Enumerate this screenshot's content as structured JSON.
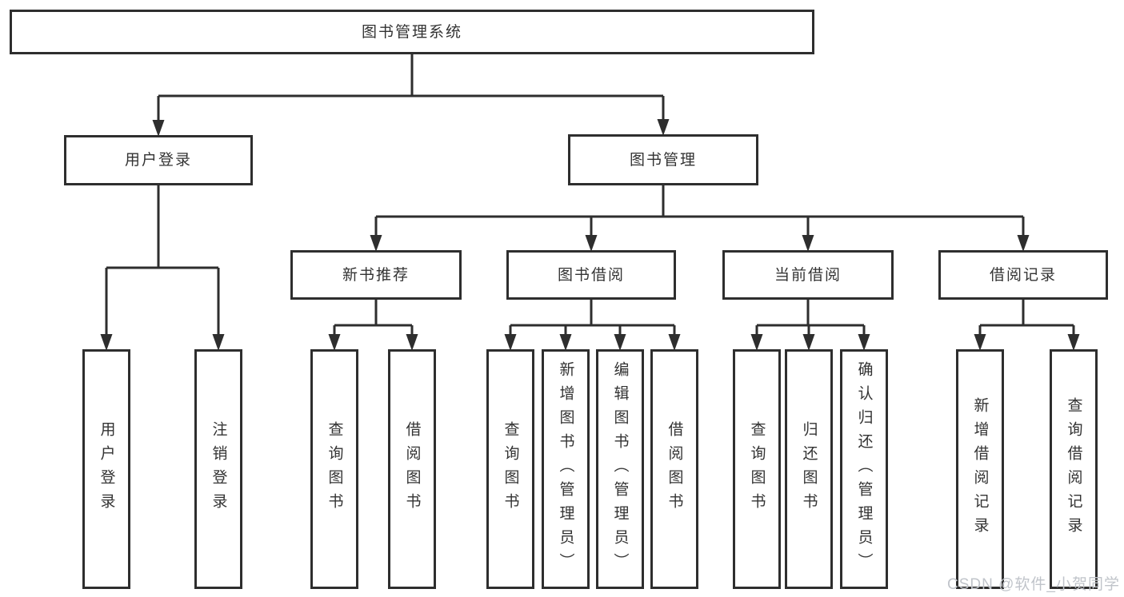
{
  "diagram_title": "图书管理系统",
  "watermark": "CSDN @软件_小贺同学",
  "colors": {
    "line_and_border": "#2e2e2e",
    "box_fill": "#ffffff",
    "text": "#333333",
    "watermark_text": "#c0c4ca",
    "background": "#ffffff"
  },
  "tree": {
    "root": {
      "label": "图书管理系统",
      "children": [
        {
          "label": "用户登录",
          "children": [
            {
              "label": "用户登录"
            },
            {
              "label": "注销登录"
            }
          ]
        },
        {
          "label": "图书管理",
          "children": [
            {
              "label": "新书推荐",
              "children": [
                {
                  "label": "查询图书"
                },
                {
                  "label": "借阅图书"
                }
              ]
            },
            {
              "label": "图书借阅",
              "children": [
                {
                  "label": "查询图书"
                },
                {
                  "label": "新增图书（管理员）"
                },
                {
                  "label": "编辑图书（管理员）"
                },
                {
                  "label": "借阅图书"
                }
              ]
            },
            {
              "label": "当前借阅",
              "children": [
                {
                  "label": "查询图书"
                },
                {
                  "label": "归还图书"
                },
                {
                  "label": "确认归还（管理员）"
                }
              ]
            },
            {
              "label": "借阅记录",
              "children": [
                {
                  "label": "新增借阅记录"
                },
                {
                  "label": "查询借阅记录"
                }
              ]
            }
          ]
        }
      ]
    }
  }
}
